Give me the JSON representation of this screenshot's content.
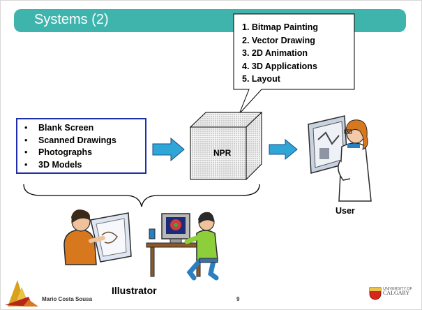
{
  "title": "Systems (2)",
  "callout_items": [
    "1. Bitmap Painting",
    "2. Vector Drawing",
    "3. 2D Animation",
    "4. 3D Applications",
    "5. Layout"
  ],
  "inputs": {
    "bullet": "•",
    "items": [
      "Blank Screen",
      "Scanned Drawings",
      "Photographs",
      "3D Models"
    ]
  },
  "npr_label": "NPR",
  "user_label": "User",
  "illustrator_label": "Illustrator",
  "footer": {
    "author": "Mario Costa Sousa",
    "page": "9",
    "university_small": "UNIVERSITY OF",
    "university_big": "CALGARY"
  },
  "colors": {
    "title_bar": "#3fb4ad",
    "input_border": "#1e2fa8",
    "arrow_fill": "#2fa6d8"
  }
}
